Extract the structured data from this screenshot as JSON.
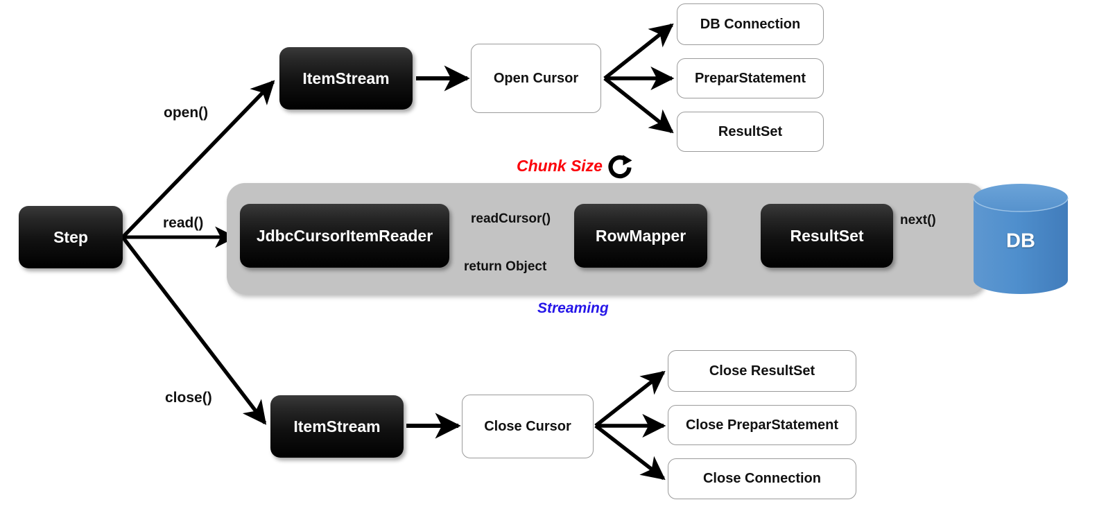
{
  "diagram": {
    "title": "Spring Batch JdbcCursorItemReader flow",
    "colors": {
      "chunk_label": "#fb0009",
      "streaming_label": "#2516e8",
      "container_gray": "#c3c3c3",
      "db_blue": "#4f8fcd",
      "dark_node": "#000000",
      "light_node_border": "#9a9a9a"
    }
  },
  "nodes": {
    "step": "Step",
    "item_stream_open": "ItemStream",
    "item_stream_close": "ItemStream",
    "open_cursor": "Open Cursor",
    "close_cursor": "Close Cursor",
    "db_connection": "DB Connection",
    "prepar_statement": "PreparStatement",
    "result_set": "ResultSet",
    "close_result_set": "Close ResultSet",
    "close_prepar_statement": "Close PreparStatement",
    "close_connection": "Close Connection",
    "jdbc_cursor_item_reader": "JdbcCursorItemReader",
    "row_mapper": "RowMapper",
    "result_set_stream": "ResultSet",
    "db": "DB"
  },
  "edge_labels": {
    "open": "open()",
    "read": "read()",
    "close": "close()",
    "read_cursor": "readCursor()",
    "return_object": "return Object",
    "next": "next()"
  },
  "annotations": {
    "chunk_size": "Chunk Size",
    "streaming": "Streaming",
    "refresh_icon": "refresh-circular-arrow-icon"
  }
}
